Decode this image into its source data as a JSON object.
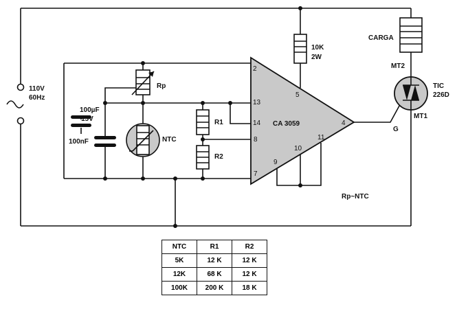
{
  "labels": {
    "supply": [
      "110V",
      "60Hz"
    ],
    "load": "CARGA",
    "resistor_top": [
      "10K",
      "2W"
    ],
    "cap1": [
      "100µF",
      "15V"
    ],
    "cap2": "100nF",
    "rp": "Rp",
    "ntc": "NTC",
    "r1": "R1",
    "r2": "R2",
    "ic": "CA 3059",
    "triac": [
      "TIC",
      "226D"
    ],
    "mt2": "MT2",
    "mt1": "MT1",
    "gate": "G",
    "note": "Rp~NTC",
    "pins": {
      "p2": "2",
      "p5": "5",
      "p13": "13",
      "p14": "14",
      "p8": "8",
      "p7": "7",
      "p4": "4",
      "p9": "9",
      "p10": "10",
      "p11": "11"
    }
  },
  "table": {
    "headers": [
      "NTC",
      "R1",
      "R2"
    ],
    "rows": [
      [
        "5K",
        "12 K",
        "12 K"
      ],
      [
        "12K",
        "68 K",
        "12 K"
      ],
      [
        "100K",
        "200 K",
        "18 K"
      ]
    ]
  }
}
